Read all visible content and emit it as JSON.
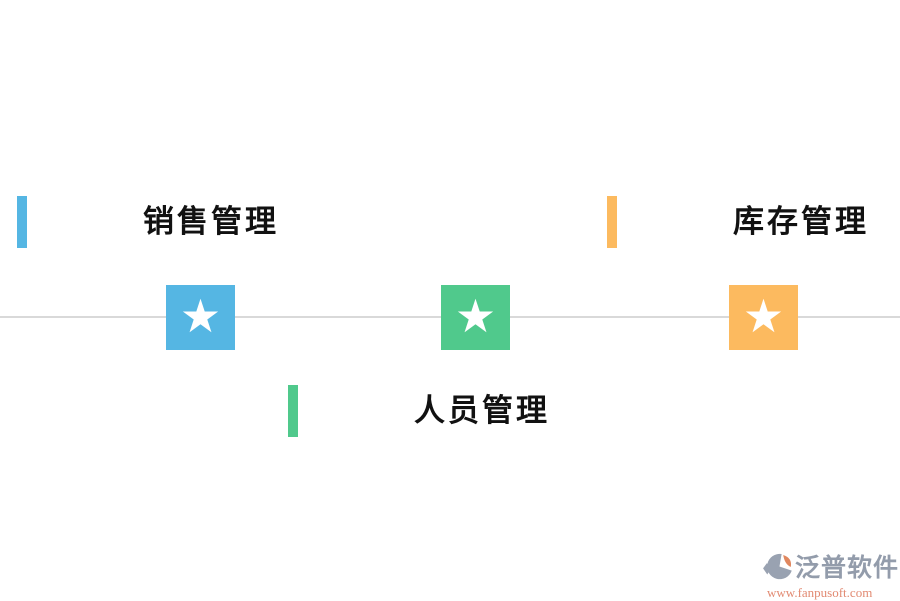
{
  "page": {
    "background": "#ffffff"
  },
  "divider": {
    "color": "#d9d9d9"
  },
  "star_glyph": "★",
  "milestones": [
    {
      "id": "sales",
      "label": "销售管理",
      "color": "#55b6e3"
    },
    {
      "id": "inventory",
      "label": "库存管理",
      "color": "#fcba5f"
    },
    {
      "id": "personnel",
      "label": "人员管理",
      "color": "#50c98c"
    }
  ],
  "watermark": {
    "brand": "泛普软件",
    "url": "www.fanpusoft.com",
    "brand_color": "#939cab",
    "url_color": "#e28a72",
    "logo_primary_color": "#99a2b1",
    "logo_accent_color": "#e0875f"
  }
}
